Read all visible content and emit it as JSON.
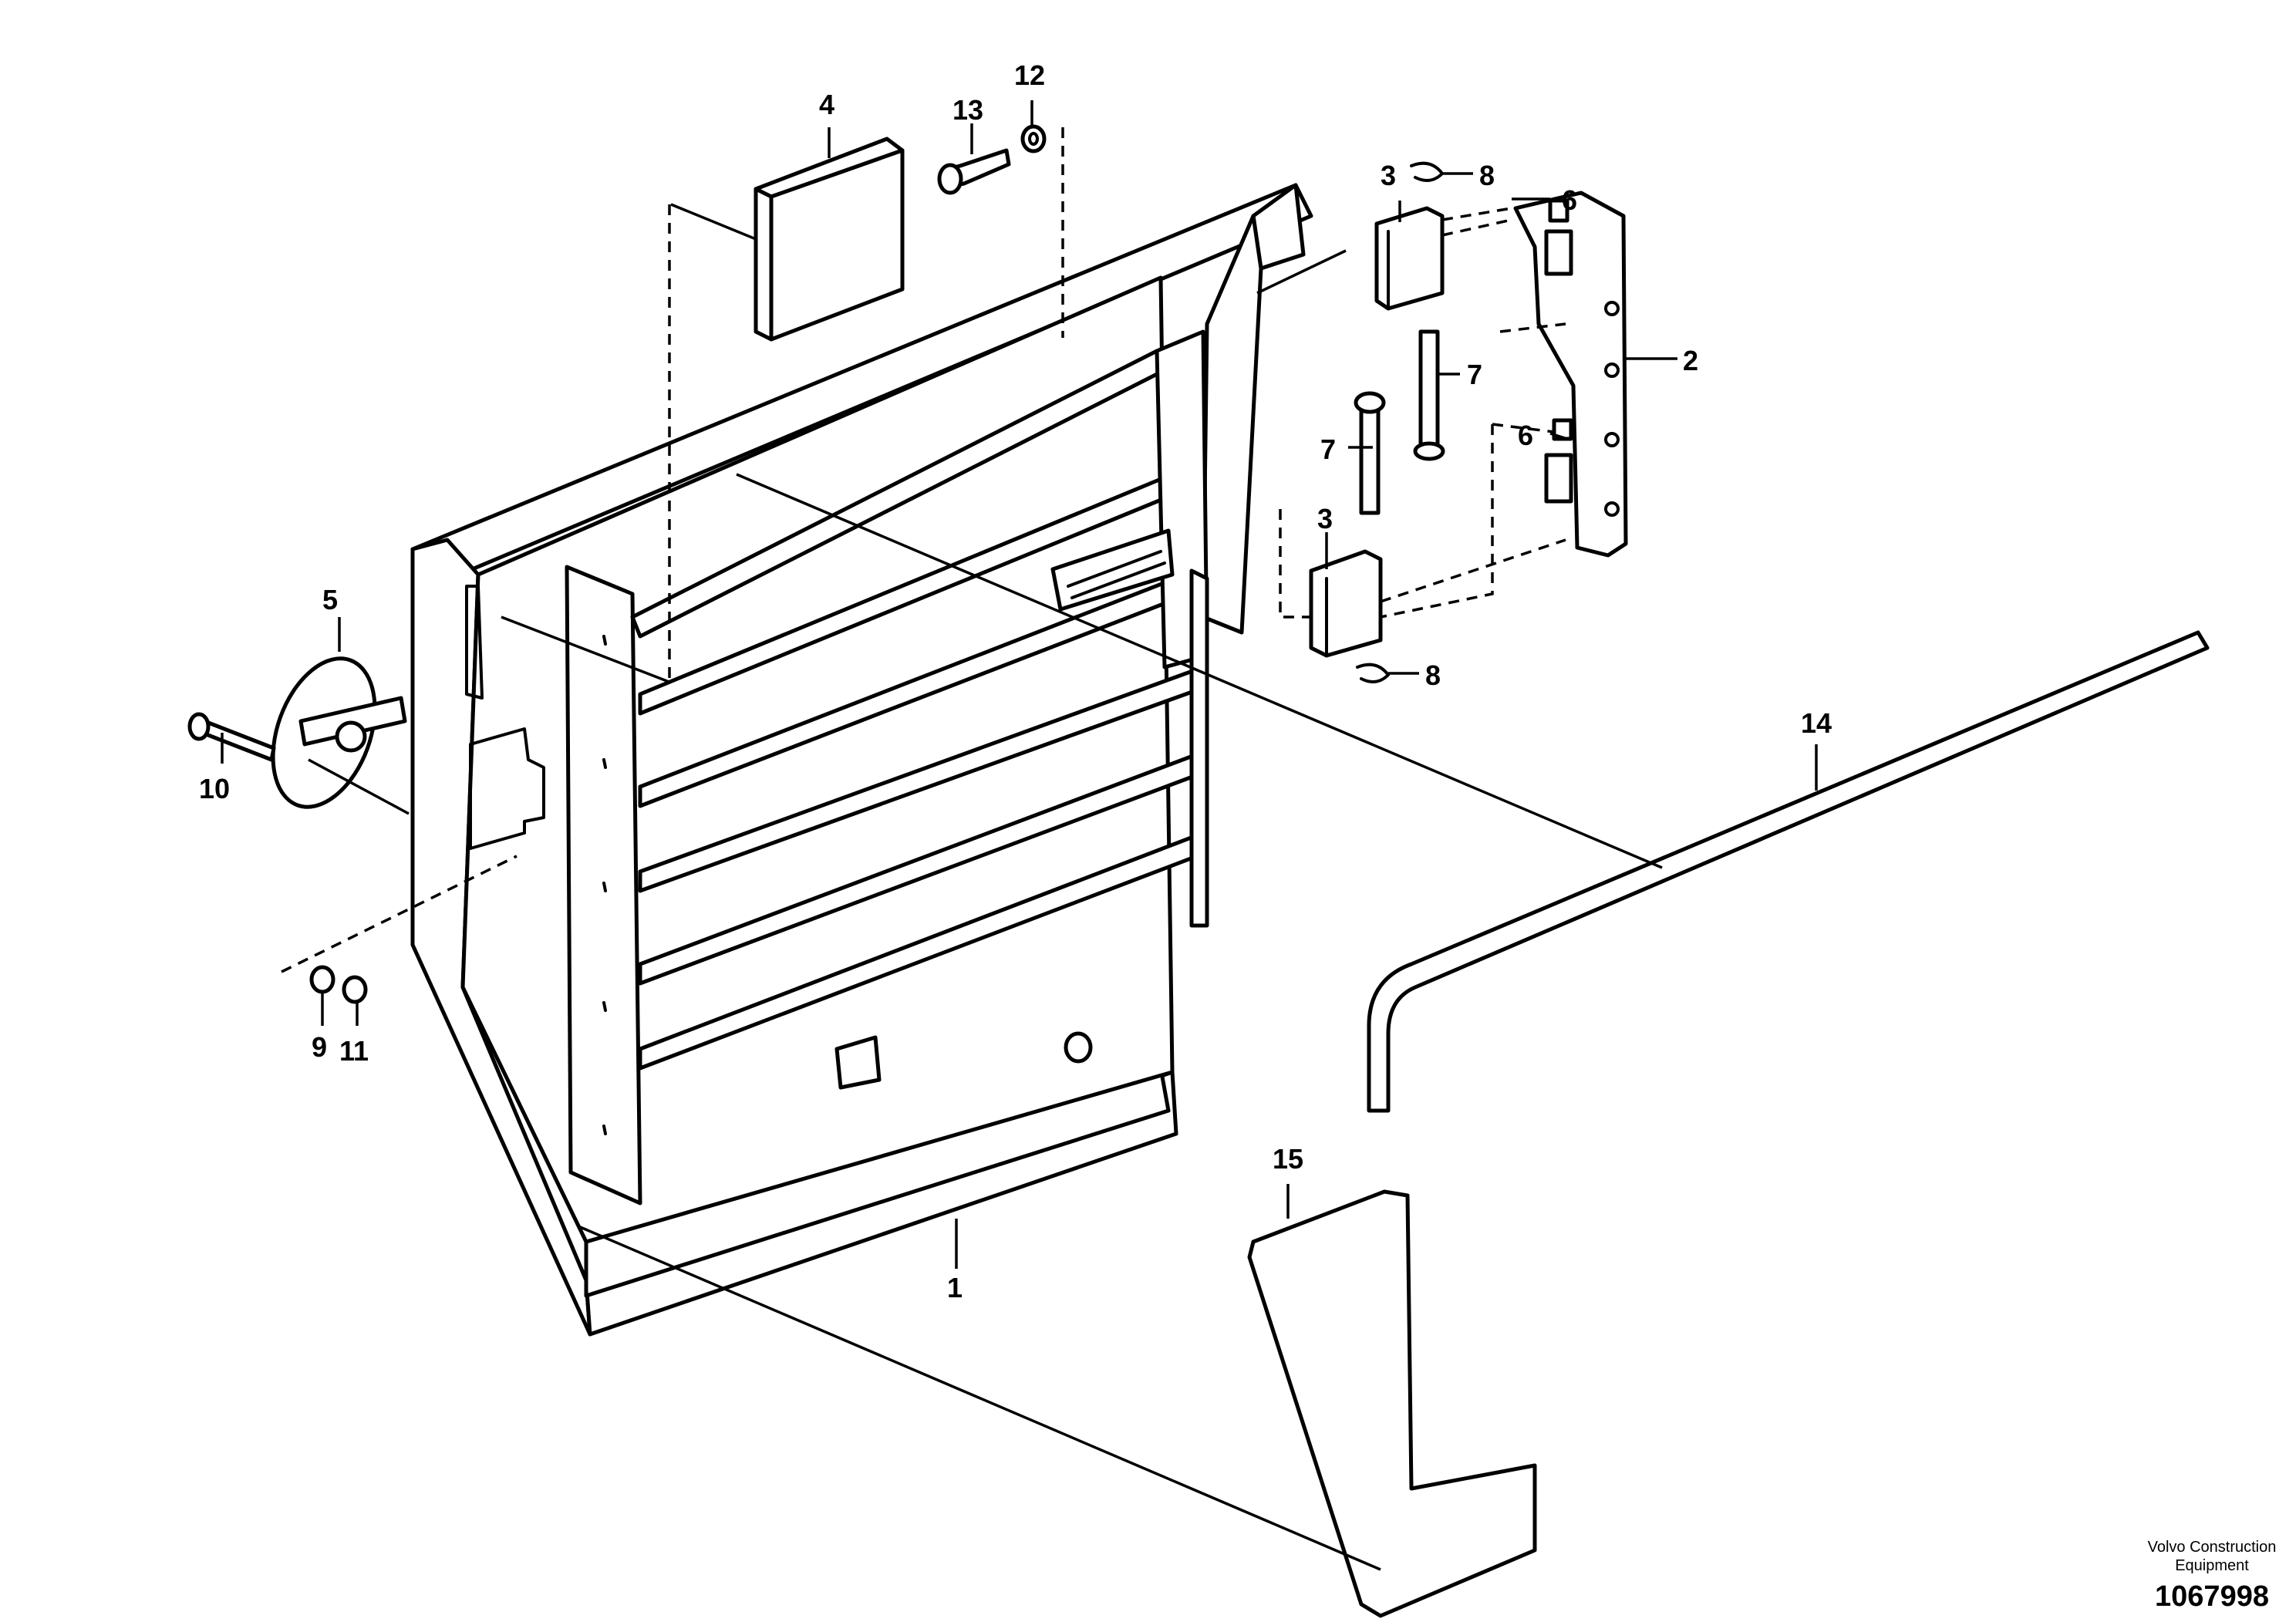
{
  "diagram": {
    "callouts": [
      {
        "id": "1",
        "label": "1"
      },
      {
        "id": "2",
        "label": "2"
      },
      {
        "id": "3a",
        "label": "3"
      },
      {
        "id": "3b",
        "label": "3"
      },
      {
        "id": "4",
        "label": "4"
      },
      {
        "id": "5",
        "label": "5"
      },
      {
        "id": "6a",
        "label": "6"
      },
      {
        "id": "6b",
        "label": "6"
      },
      {
        "id": "7a",
        "label": "7"
      },
      {
        "id": "7b",
        "label": "7"
      },
      {
        "id": "8a",
        "label": "8"
      },
      {
        "id": "8b",
        "label": "8"
      },
      {
        "id": "9",
        "label": "9"
      },
      {
        "id": "10",
        "label": "10"
      },
      {
        "id": "11",
        "label": "11"
      },
      {
        "id": "12",
        "label": "12"
      },
      {
        "id": "13",
        "label": "13"
      },
      {
        "id": "14",
        "label": "14"
      },
      {
        "id": "15",
        "label": "15"
      }
    ]
  },
  "footer": {
    "brand_line1": "Volvo Construction",
    "brand_line2": "Equipment",
    "drawing_number": "1067998"
  }
}
